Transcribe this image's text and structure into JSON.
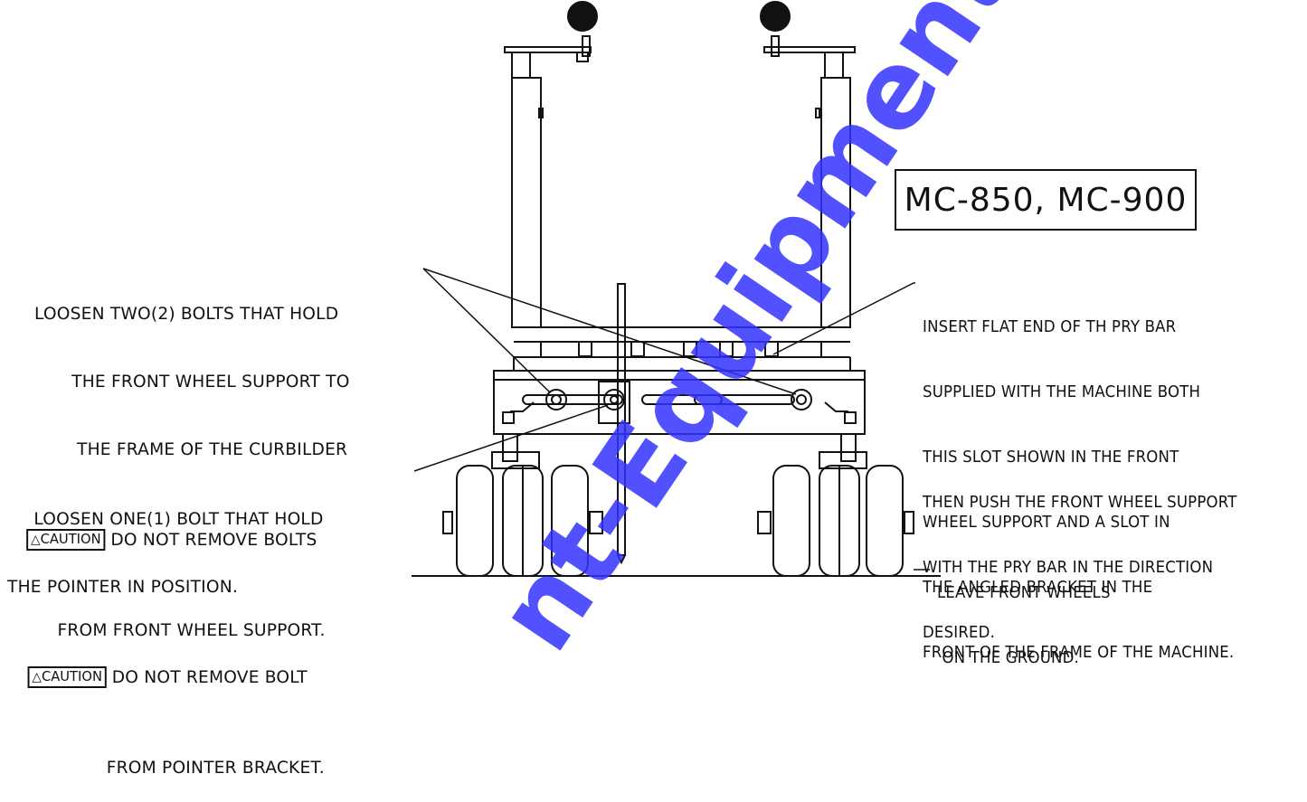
{
  "model_label": "MC-850, MC-900",
  "left_note_top": {
    "line1": "LOOSEN TWO(2) BOLTS THAT HOLD",
    "line2": "THE FRONT WHEEL SUPPORT TO",
    "line3": "THE FRAME OF THE CURBILDER",
    "caution_badge": "CAUTION",
    "caution_text": "DO NOT REMOVE BOLTS",
    "line5": "FROM FRONT WHEEL SUPPORT."
  },
  "left_note_bottom": {
    "line1": "LOOSEN ONE(1) BOLT THAT HOLD",
    "line2": "THE POINTER IN POSITION.",
    "caution_badge": "CAUTION",
    "caution_text": "DO NOT REMOVE BOLT",
    "line4": "FROM POINTER BRACKET."
  },
  "right_note_top": {
    "line1": "INSERT FLAT END OF TH PRY BAR",
    "line2": "SUPPLIED WITH THE MACHINE BOTH",
    "line3": "THIS SLOT SHOWN IN THE FRONT",
    "line4": "WHEEL SUPPORT AND A SLOT IN",
    "line5": "THE ANGLED BRACKET IN THE",
    "line6": "FRONT OF THE FRAME OF THE MACHINE."
  },
  "right_note_middle": {
    "line1": "THEN PUSH THE FRONT WHEEL SUPPORT",
    "line2": "WITH THE PRY BAR IN THE DIRECTION",
    "line3": "DESIRED."
  },
  "right_note_bottom": {
    "line1": "LEAVE FRONT WHEELS",
    "line2": "ON THE GROUND."
  },
  "caution_icon": "warning-triangle-icon",
  "watermark_text": "nt-Equipment",
  "watermark_color": "#3232ff"
}
